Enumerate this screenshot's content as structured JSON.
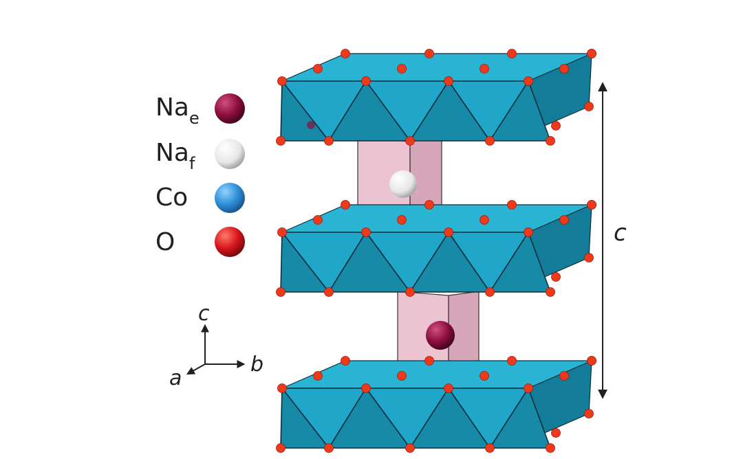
{
  "legend": {
    "na_e": {
      "base": "Na",
      "sub": "e",
      "color": "#8b0f3f"
    },
    "na_f": {
      "base": "Na",
      "sub": "f",
      "color": "#f2f2f2"
    },
    "co": {
      "label": "Co",
      "color": "#2f8fd8"
    },
    "o": {
      "label": "O",
      "color": "#d8151b"
    }
  },
  "axes": {
    "c": "c",
    "a": "a",
    "b": "b"
  },
  "lattice_label": "c",
  "colors": {
    "octahedron": "#1fa6c8",
    "oxygen": "#ee3a1c",
    "prism": "#e9b9c9",
    "arrow": "#231f20"
  }
}
